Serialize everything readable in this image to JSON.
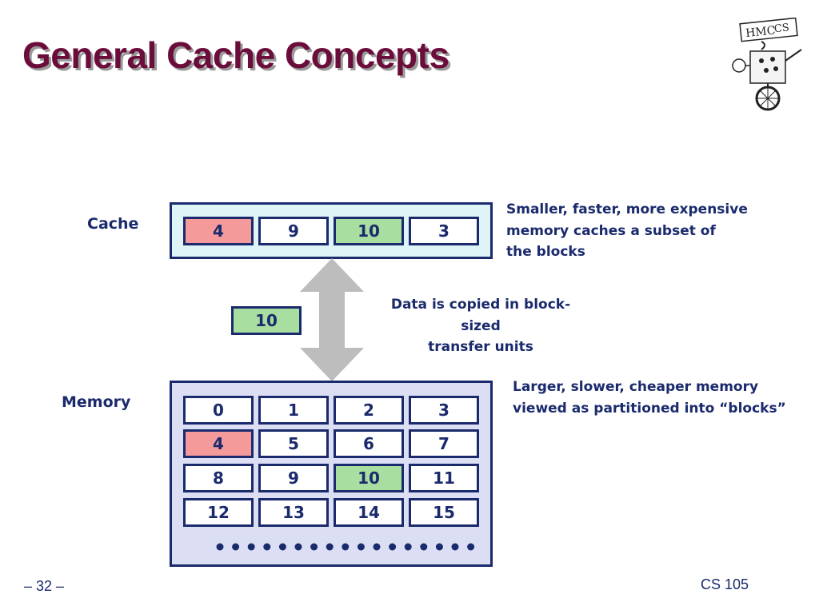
{
  "title": "General Cache Concepts",
  "logo": {
    "text_hmc": "HMC",
    "text_cs": "CS",
    "description_icon": "hmc-cs-robot-logo"
  },
  "cache": {
    "label": "Cache",
    "blocks": [
      {
        "value": "4",
        "highlight": "red"
      },
      {
        "value": "9",
        "highlight": "none"
      },
      {
        "value": "10",
        "highlight": "green"
      },
      {
        "value": "3",
        "highlight": "none"
      }
    ],
    "note": [
      "Smaller, faster, more expensive",
      "memory caches a  subset of",
      "the blocks"
    ]
  },
  "transfer": {
    "block": {
      "value": "10",
      "highlight": "green"
    },
    "note": [
      "Data is copied in block-sized",
      "transfer units"
    ]
  },
  "memory": {
    "label": "Memory",
    "rows": [
      [
        {
          "value": "0",
          "highlight": "none"
        },
        {
          "value": "1",
          "highlight": "none"
        },
        {
          "value": "2",
          "highlight": "none"
        },
        {
          "value": "3",
          "highlight": "none"
        }
      ],
      [
        {
          "value": "4",
          "highlight": "red"
        },
        {
          "value": "5",
          "highlight": "none"
        },
        {
          "value": "6",
          "highlight": "none"
        },
        {
          "value": "7",
          "highlight": "none"
        }
      ],
      [
        {
          "value": "8",
          "highlight": "none"
        },
        {
          "value": "9",
          "highlight": "none"
        },
        {
          "value": "10",
          "highlight": "green"
        },
        {
          "value": "11",
          "highlight": "none"
        }
      ],
      [
        {
          "value": "12",
          "highlight": "none"
        },
        {
          "value": "13",
          "highlight": "none"
        },
        {
          "value": "14",
          "highlight": "none"
        },
        {
          "value": "15",
          "highlight": "none"
        }
      ]
    ],
    "note": [
      "Larger, slower, cheaper memory",
      "viewed as partitioned into “blocks”"
    ]
  },
  "footer": {
    "page": "– 32 –",
    "course": "CS 105"
  },
  "colors": {
    "title": "#6b0d3a",
    "text": "#1a2a6c",
    "cache_bg": "#def4f6",
    "memory_bg": "#dcdff4",
    "block_red": "#f49a9a",
    "block_green": "#a8dea0",
    "arrow": "#bdbdbd"
  }
}
